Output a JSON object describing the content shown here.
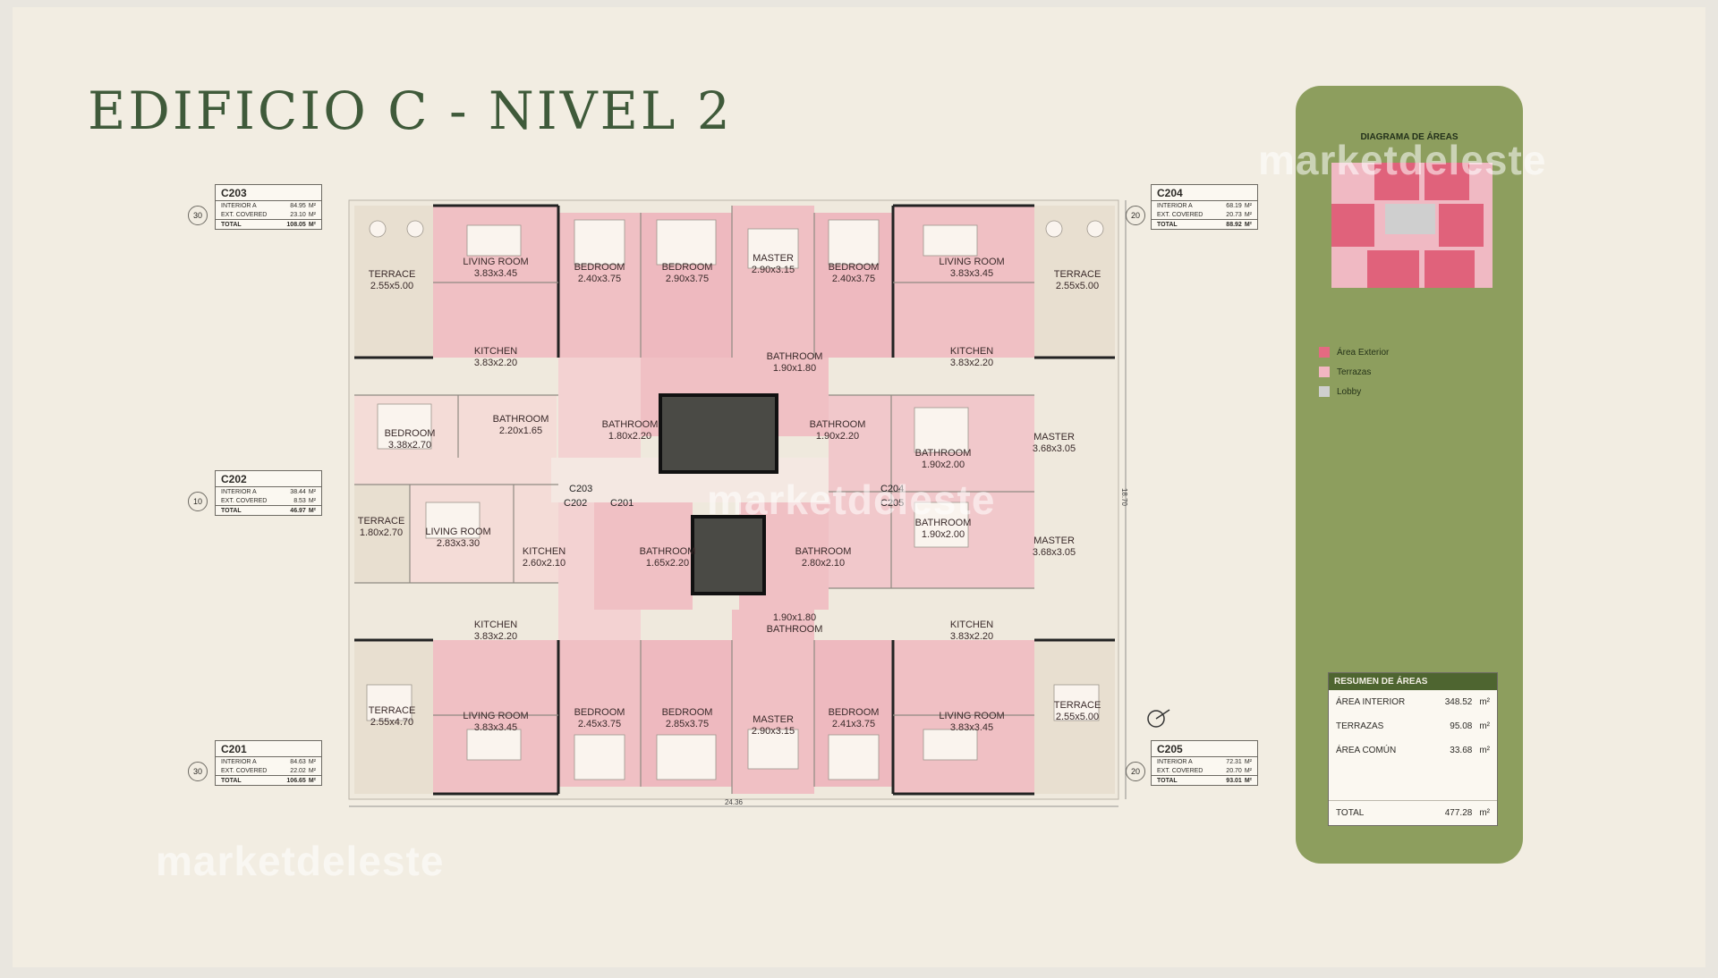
{
  "title": "EDIFICIO C - NIVEL 2",
  "watermark": "marketdeleste",
  "units": [
    {
      "id": "c203",
      "code": "C203",
      "badge": "30",
      "rows": [
        {
          "label": "INTERIOR A",
          "value": "84.95",
          "unit": "m²"
        },
        {
          "label": "EXT. COVERED",
          "value": "23.10",
          "unit": "m²"
        }
      ],
      "total_label": "TOTAL",
      "total": "108.05",
      "total_unit": "m²"
    },
    {
      "id": "c202",
      "code": "C202",
      "badge": "10",
      "rows": [
        {
          "label": "INTERIOR A",
          "value": "38.44",
          "unit": "m²"
        },
        {
          "label": "EXT. COVERED",
          "value": "8.53",
          "unit": "m²"
        }
      ],
      "total_label": "TOTAL",
      "total": "46.97",
      "total_unit": "m²"
    },
    {
      "id": "c201",
      "code": "C201",
      "badge": "30",
      "rows": [
        {
          "label": "INTERIOR A",
          "value": "84.63",
          "unit": "m²"
        },
        {
          "label": "EXT. COVERED",
          "value": "22.02",
          "unit": "m²"
        }
      ],
      "total_label": "TOTAL",
      "total": "106.65",
      "total_unit": "m²"
    },
    {
      "id": "c204",
      "code": "C204",
      "badge": "20",
      "rows": [
        {
          "label": "INTERIOR A",
          "value": "68.19",
          "unit": "m²"
        },
        {
          "label": "EXT. COVERED",
          "value": "20.73",
          "unit": "m²"
        }
      ],
      "total_label": "TOTAL",
      "total": "88.92",
      "total_unit": "m²"
    },
    {
      "id": "c205",
      "code": "C205",
      "badge": "20",
      "rows": [
        {
          "label": "INTERIOR A",
          "value": "72.31",
          "unit": "m²"
        },
        {
          "label": "EXT. COVERED",
          "value": "20.70",
          "unit": "m²"
        }
      ],
      "total_label": "TOTAL",
      "total": "93.01",
      "total_unit": "m²"
    }
  ],
  "rooms": {
    "terrace_tl": [
      "TERRACE",
      "2.55x5.00"
    ],
    "living_tl": [
      "LIVING ROOM",
      "3.83x3.45"
    ],
    "bedroom_t1": [
      "BEDROOM",
      "2.40x3.75"
    ],
    "bedroom_t2": [
      "BEDROOM",
      "2.90x3.75"
    ],
    "master_t": [
      "MASTER",
      "2.90x3.15"
    ],
    "bedroom_t3": [
      "BEDROOM",
      "2.40x3.75"
    ],
    "living_tr": [
      "LIVING ROOM",
      "3.83x3.45"
    ],
    "terrace_tr": [
      "TERRACE",
      "2.55x5.00"
    ],
    "kitchen_tl": [
      "KITCHEN",
      "3.83x2.20"
    ],
    "bath_t": [
      "BATHROOM",
      "1.90x1.80"
    ],
    "kitchen_tr": [
      "KITCHEN",
      "3.83x2.20"
    ],
    "bedroom_ml": [
      "BEDROOM",
      "3.38x2.70"
    ],
    "bath_ml": [
      "BATHROOM",
      "2.20x1.65"
    ],
    "bath_cl": [
      "BATHROOM",
      "1.80x2.20"
    ],
    "bath_cr": [
      "BATHROOM",
      "1.90x2.20"
    ],
    "bath_r1": [
      "BATHROOM",
      "1.90x2.00"
    ],
    "master_r1": [
      "MASTER",
      "3.68x3.05"
    ],
    "terrace_ml": [
      "TERRACE",
      "1.80x2.70"
    ],
    "living_ml": [
      "LIVING ROOM",
      "2.83x3.30"
    ],
    "kitchen_ml": [
      "KITCHEN",
      "2.60x2.10"
    ],
    "bath_r2": [
      "BATHROOM",
      "1.90x2.00"
    ],
    "master_r2": [
      "MASTER",
      "3.68x3.05"
    ],
    "bath_c2": [
      "BATHROOM",
      "1.65x2.20"
    ],
    "bath_c3": [
      "BATHROOM",
      "2.80x2.10"
    ],
    "bath_b": [
      "BATHROOM",
      "1.90x1.80"
    ],
    "kitchen_bl": [
      "KITCHEN",
      "3.83x2.20"
    ],
    "kitchen_br": [
      "KITCHEN",
      "3.83x2.20"
    ],
    "terrace_bl": [
      "TERRACE",
      "2.55x4.70"
    ],
    "living_bl": [
      "LIVING ROOM",
      "3.83x3.45"
    ],
    "bedroom_b1": [
      "BEDROOM",
      "2.45x3.75"
    ],
    "bedroom_b2": [
      "BEDROOM",
      "2.85x3.75"
    ],
    "master_b": [
      "MASTER",
      "2.90x3.15"
    ],
    "bedroom_b3": [
      "BEDROOM",
      "2.41x3.75"
    ],
    "living_br": [
      "LIVING ROOM",
      "3.83x3.45"
    ],
    "terrace_br": [
      "TERRACE",
      "2.55x5.00"
    ]
  },
  "door_labels": {
    "c203": "C203",
    "c202": "C202",
    "c201": "C201",
    "c204": "C204",
    "c205": "C205"
  },
  "dimensions": {
    "width": "24.36",
    "height": "18.70"
  },
  "area_diagram": {
    "title": "DIAGRAMA DE ÁREAS",
    "legend": [
      {
        "label": "Área Exterior",
        "color": "#e46a82"
      },
      {
        "label": "Terrazas",
        "color": "#f2b6c2"
      },
      {
        "label": "Lobby",
        "color": "#cfcfcf"
      }
    ]
  },
  "summary": {
    "title": "RESUMEN DE ÁREAS",
    "rows": [
      {
        "label": "ÁREA INTERIOR",
        "value": "348.52",
        "unit": "m²"
      },
      {
        "label": "TERRAZAS",
        "value": "95.08",
        "unit": "m²"
      },
      {
        "label": "ÁREA COMÚN",
        "value": "33.68",
        "unit": "m²"
      }
    ],
    "total_label": "TOTAL",
    "total": "477.28",
    "total_unit": "m²"
  },
  "colors": {
    "accent": "#8d9e5e",
    "title": "#3f5a3a",
    "room_pink": "#f1c3c6",
    "terrace": "#e9dfcf",
    "core": "#4a4a45"
  }
}
